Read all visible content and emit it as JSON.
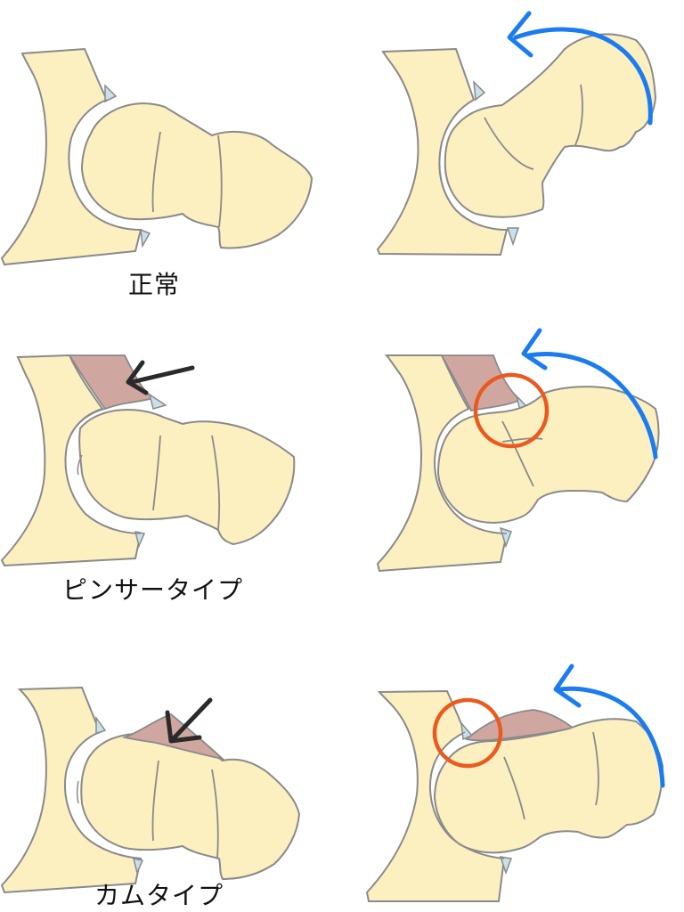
{
  "labels": {
    "normal": "正常",
    "pincer": "ピンサータイプ",
    "cam": "カムタイプ"
  },
  "colors": {
    "bone": "#fcefc0",
    "outline": "#8a8a8a",
    "cartilage": "#c9dfe9",
    "lesion": "#cfa7a0",
    "rotation_arrow": "#1a7cf0",
    "indicator_arrow": "#2a2a2a",
    "impingement_circle": "#ea5a1f"
  },
  "icons": {
    "rotation": "curved-arrow-icon",
    "indicator": "pointer-arrow-icon",
    "impingement": "circle-marker-icon"
  }
}
